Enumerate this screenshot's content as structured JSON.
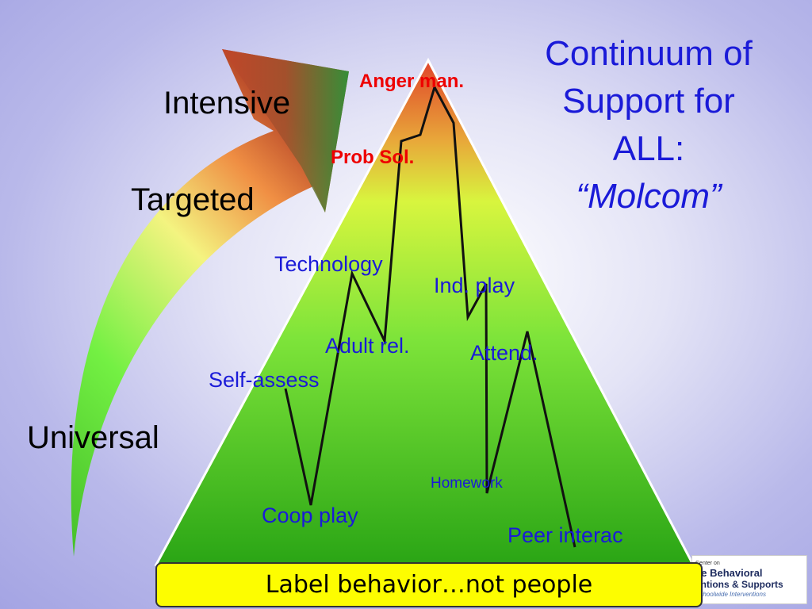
{
  "title": {
    "line1": "Continuum of",
    "line2": "Support for",
    "line3": "ALL:",
    "line4": "“Molcom”"
  },
  "tiers": {
    "intensive": "Intensive",
    "targeted": "Targeted",
    "universal": "Universal"
  },
  "skills": {
    "anger_management": "Anger man.",
    "problem_solving": "Prob Sol.",
    "technology": "Technology",
    "independent_play": "Ind. play",
    "adult_relations": "Adult rel.",
    "attend": "Attend.",
    "self_assess": "Self-assess",
    "homework": "Homework",
    "coop_play": "Coop play",
    "peer_interaction": "Peer interac"
  },
  "banner": "Label behavior…not people",
  "logo": {
    "line1": "Center on",
    "line2": "ve Behavioral",
    "line3": "entions & Supports",
    "line4": "Schoolwide Interventions"
  },
  "colors": {
    "title_text": "#1a1ad8",
    "skill_text_blue": "#1a1ad8",
    "skill_text_red": "#ee0000",
    "triangle_top": "#e0442a",
    "triangle_mid": "#d8f53e",
    "triangle_bottom": "#2aa515",
    "banner_fill": "#fdfd00"
  }
}
